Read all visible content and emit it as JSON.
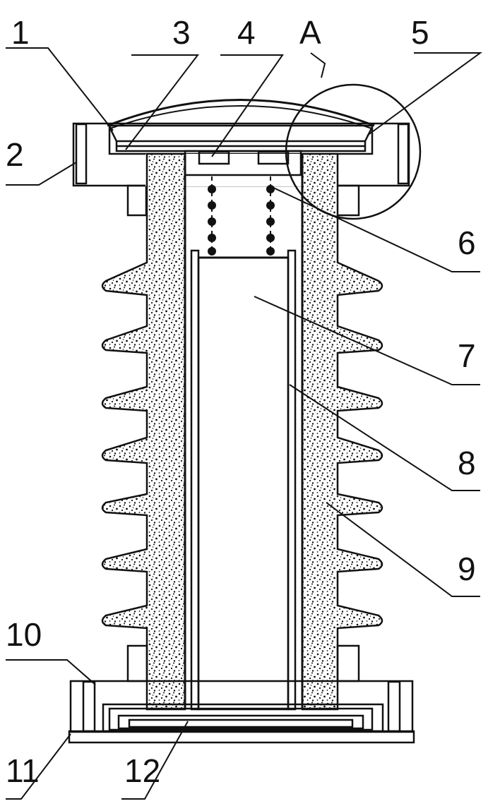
{
  "figure": {
    "labels": {
      "l1": "1",
      "l2": "2",
      "l3": "3",
      "l4": "4",
      "lA": "A",
      "l5": "5",
      "l6": "6",
      "l7": "7",
      "l8": "8",
      "l9": "9",
      "l10": "10",
      "l11": "11",
      "l12": "12"
    },
    "colors": {
      "line": "#111111",
      "background": "#ffffff"
    }
  }
}
